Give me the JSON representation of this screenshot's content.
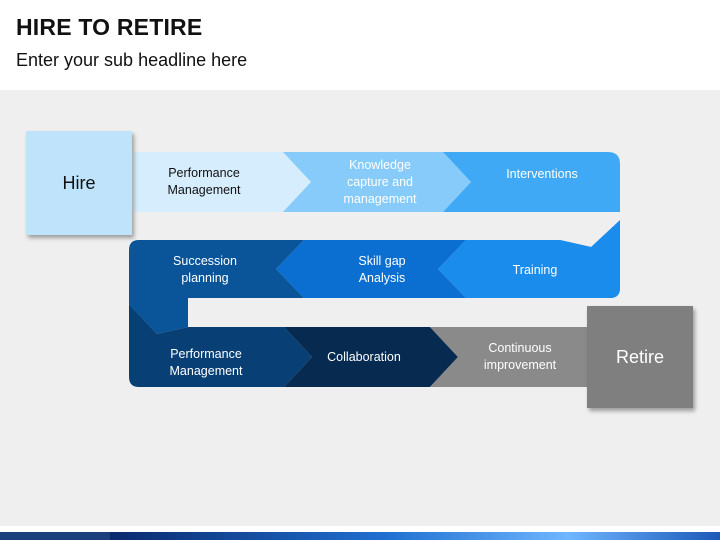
{
  "header": {
    "title": "HIRE TO RETIRE",
    "subtitle": "Enter your sub headline here"
  },
  "start_box": "Hire",
  "end_box": "Retire",
  "rows": [
    {
      "steps": [
        {
          "label": "Performance\nManagement",
          "fill": "#d5edfc",
          "text_color": "#111111"
        },
        {
          "label": "Knowledge\ncapture and\nmanagement",
          "fill": "#86cbfa",
          "text_color": "#ffffff"
        },
        {
          "label": "Interventions",
          "fill": "#3fa9f5",
          "text_color": "#ffffff"
        }
      ]
    },
    {
      "steps": [
        {
          "label": "Training",
          "fill": "#1a8cec",
          "text_color": "#ffffff"
        },
        {
          "label": "Skill gap\nAnalysis",
          "fill": "#0b6fd1",
          "text_color": "#ffffff"
        },
        {
          "label": "Succession\nplanning",
          "fill": "#0a5499",
          "text_color": "#ffffff"
        }
      ]
    },
    {
      "steps": [
        {
          "label": "Performance\nManagement",
          "fill": "#083f74",
          "text_color": "#ffffff"
        },
        {
          "label": "Collaboration",
          "fill": "#062a50",
          "text_color": "#ffffff"
        },
        {
          "label": "Continuous\nimprovement",
          "fill": "#8a8a8a",
          "text_color": "#ffffff"
        }
      ]
    }
  ]
}
